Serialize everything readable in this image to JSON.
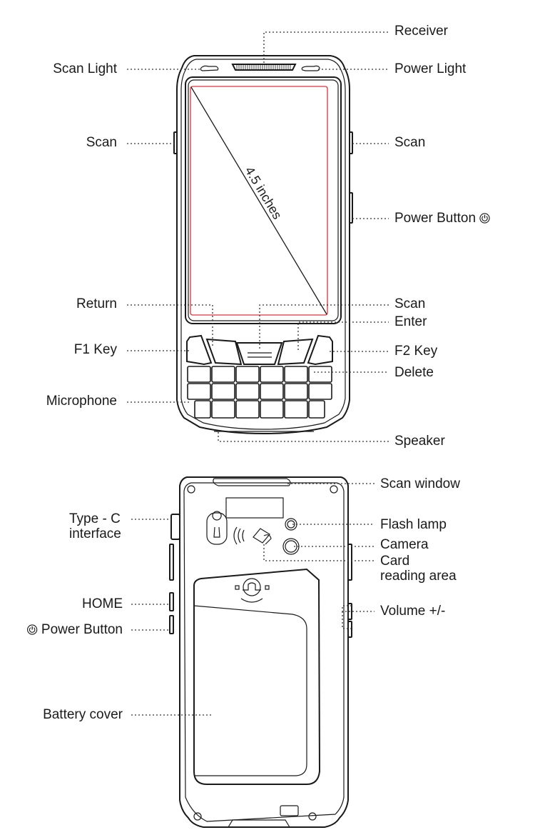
{
  "front_view": {
    "screen_size_label": "4.5 inches",
    "left_labels": [
      {
        "id": "scan-light",
        "text": "Scan Light"
      },
      {
        "id": "scan-left",
        "text": "Scan"
      },
      {
        "id": "return",
        "text": "Return"
      },
      {
        "id": "f1-key",
        "text": "F1 Key"
      },
      {
        "id": "microphone",
        "text": "Microphone"
      }
    ],
    "right_labels": [
      {
        "id": "receiver",
        "text": "Receiver"
      },
      {
        "id": "power-light",
        "text": "Power Light"
      },
      {
        "id": "scan-right",
        "text": "Scan"
      },
      {
        "id": "power-button",
        "text": "Power Button",
        "icon": "power-icon"
      },
      {
        "id": "scan-key",
        "text": "Scan"
      },
      {
        "id": "enter",
        "text": "Enter"
      },
      {
        "id": "f2-key",
        "text": "F2 Key"
      },
      {
        "id": "delete",
        "text": "Delete"
      },
      {
        "id": "speaker",
        "text": "Speaker"
      }
    ]
  },
  "back_view": {
    "left_labels": [
      {
        "id": "type-c",
        "text": "Type - C\ninterface"
      },
      {
        "id": "home",
        "text": "HOME"
      },
      {
        "id": "power-button-back",
        "text": "Power Button",
        "icon": "power-icon"
      },
      {
        "id": "battery-cover",
        "text": "Battery cover"
      }
    ],
    "right_labels": [
      {
        "id": "scan-window",
        "text": "Scan window"
      },
      {
        "id": "flash-lamp",
        "text": "Flash lamp"
      },
      {
        "id": "camera",
        "text": "Camera"
      },
      {
        "id": "card-reading",
        "text": "Card\nreading area"
      },
      {
        "id": "volume",
        "text": "Volume +/-"
      }
    ]
  },
  "colors": {
    "outline": "#1a1a1a",
    "screen_border": "#e0303a",
    "leader": "#333333"
  }
}
